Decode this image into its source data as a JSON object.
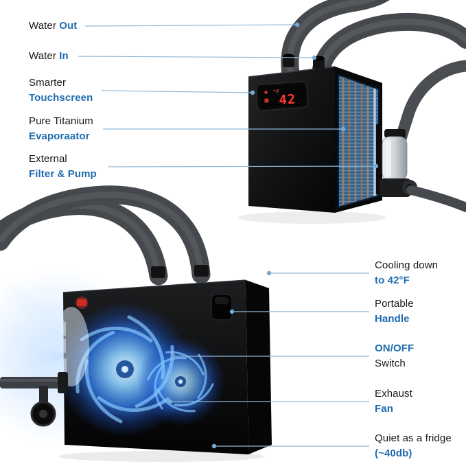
{
  "colors": {
    "accent": "#1f6cb0",
    "text": "#161616",
    "leader-line": "#8fb8d8",
    "leader-dot": "#76abd4",
    "fan-glow": "#2f7ae8",
    "display-digits": "#ff3a2e"
  },
  "labels_left": [
    {
      "id": "water-out",
      "part1": "Water",
      "part2": "Out"
    },
    {
      "id": "water-in",
      "part1": "Water",
      "part2": "In"
    },
    {
      "id": "smarter-touchscreen",
      "part1": "Smarter",
      "part2": "Touchscreen"
    },
    {
      "id": "pure-titanium-evaporator",
      "part1": "Pure Titanium",
      "part2": "Evaporaator"
    },
    {
      "id": "external-filter-pump",
      "part1": "External",
      "part2": "Filter & Pump"
    }
  ],
  "labels_right": [
    {
      "id": "cooling-down-42f",
      "part1": "Cooling down",
      "part2": "to 42°F"
    },
    {
      "id": "portable-handle",
      "part1": "Portable",
      "part2": "Handle"
    },
    {
      "id": "on-off-switch",
      "part1": "ON/OFF",
      "part2": "Switch"
    },
    {
      "id": "exhaust-fan",
      "part1": "Exhaust",
      "part2": "Fan"
    },
    {
      "id": "quiet-fridge",
      "part1": "Quiet as a fridge",
      "part2": "(~40db)"
    }
  ],
  "product": {
    "display_temp": "42",
    "display_unit": "°F"
  }
}
